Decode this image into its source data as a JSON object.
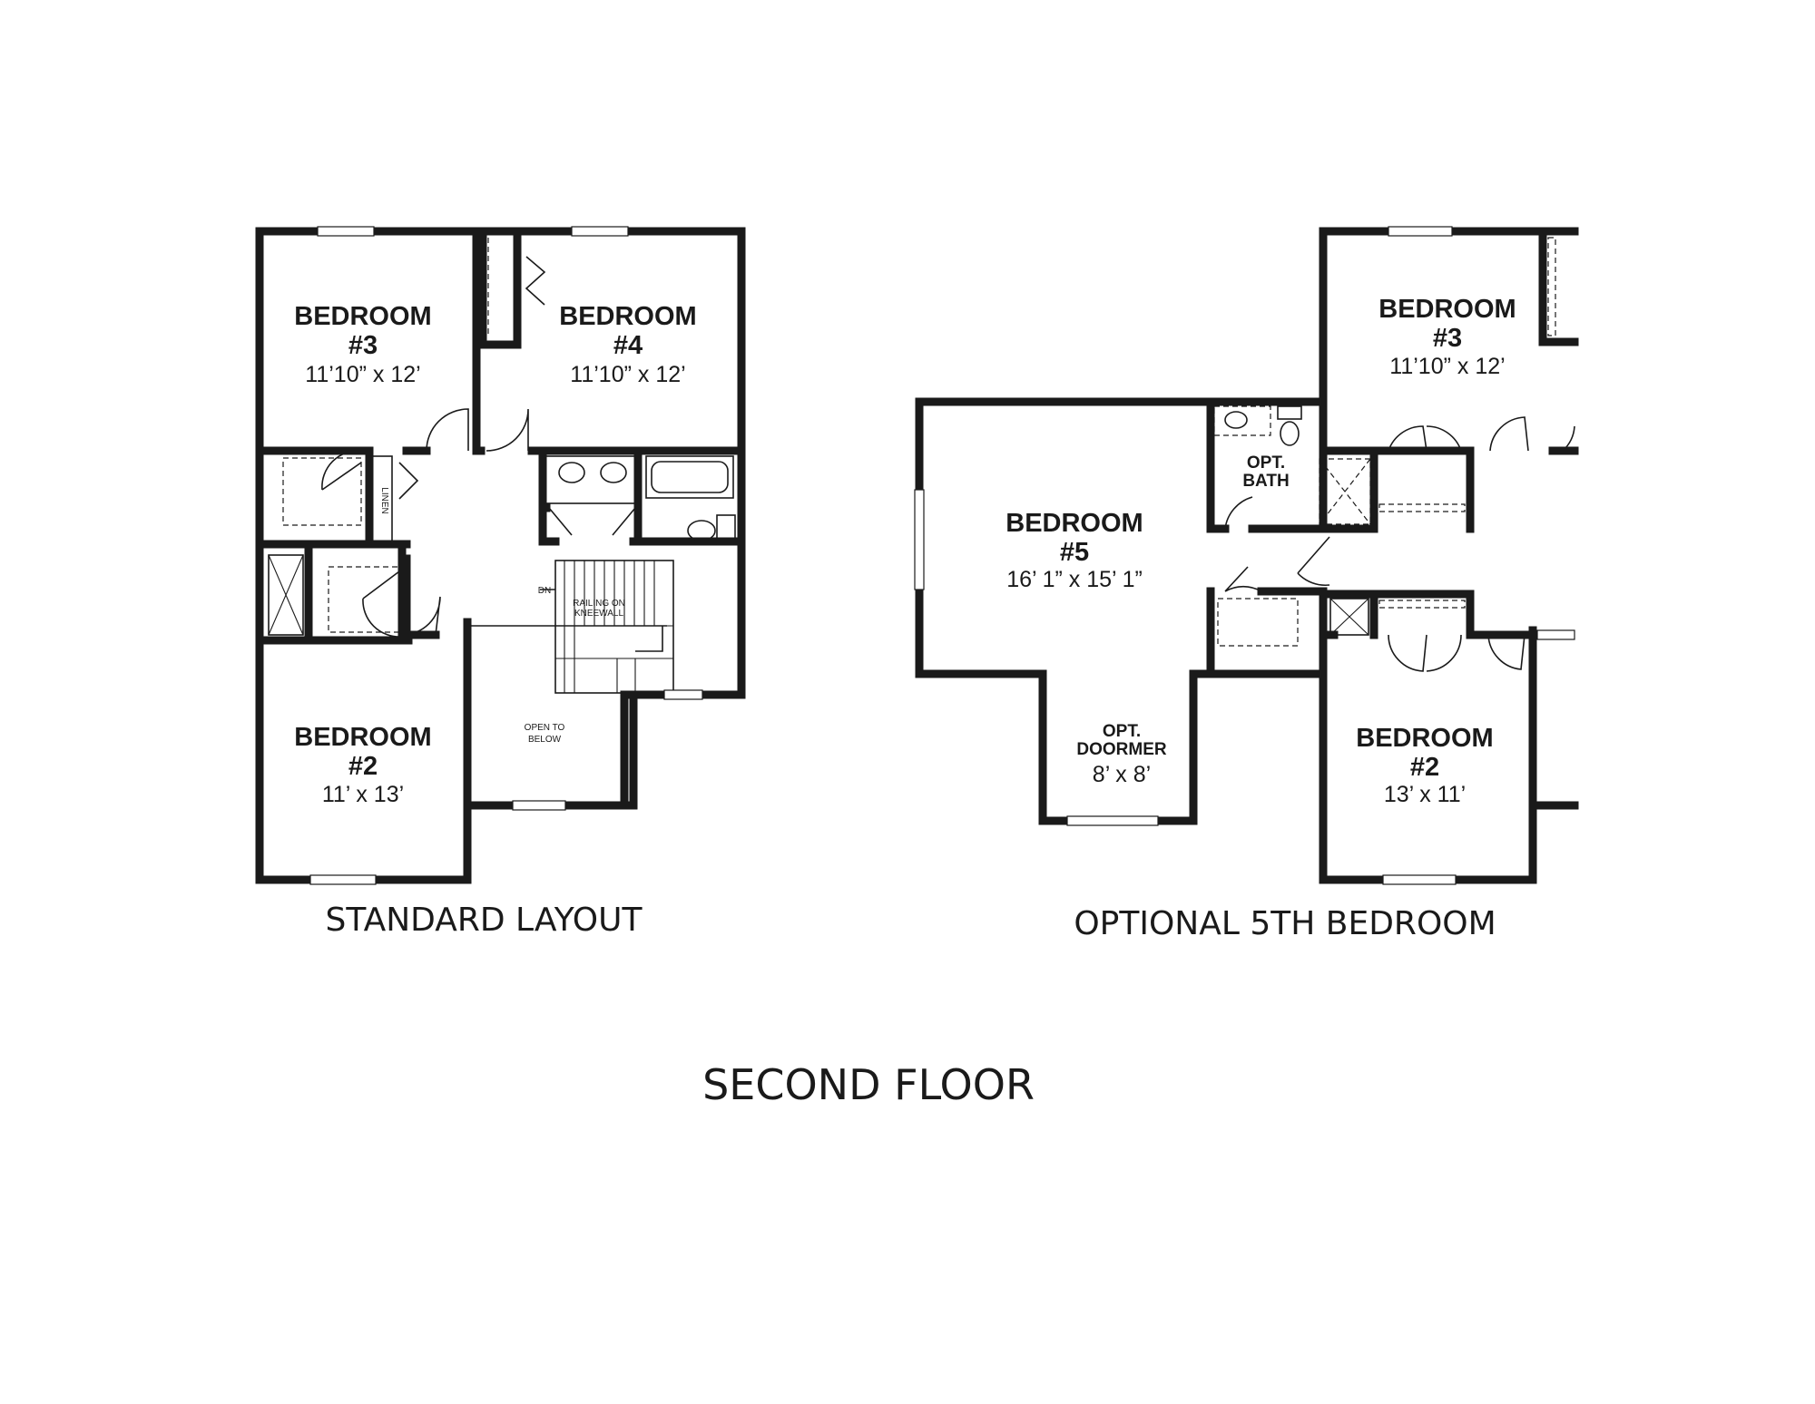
{
  "standard": {
    "caption": "STANDARD LAYOUT",
    "bedroom3": {
      "name": "BEDROOM",
      "num": "#3",
      "dims": "11’10” x 12’"
    },
    "bedroom4": {
      "name": "BEDROOM",
      "num": "#4",
      "dims": "11’10” x 12’"
    },
    "bedroom2": {
      "name": "BEDROOM",
      "num": "#2",
      "dims": "11’ x 13’"
    },
    "linen": "LINEN",
    "stair_dn": "DN",
    "railing_1": "RAILING ON",
    "railing_2": "KNEEWALL",
    "open_1": "OPEN TO",
    "open_2": "BELOW"
  },
  "optional": {
    "caption": "OPTIONAL 5TH BEDROOM",
    "bedroom3": {
      "name": "BEDROOM",
      "num": "#3",
      "dims": "11’10” x 12’"
    },
    "bedroom5": {
      "name": "BEDROOM",
      "num": "#5",
      "dims": "16’ 1” x 15’ 1”"
    },
    "bath_1": "OPT.",
    "bath_2": "BATH",
    "dormer_1": "OPT.",
    "dormer_2": "DOORMER",
    "dormer_dims": "8’ x 8’",
    "bedroom2": {
      "name": "BEDROOM",
      "num": "#2",
      "dims": "13’ x 11’"
    }
  },
  "title": "SECOND FLOOR"
}
